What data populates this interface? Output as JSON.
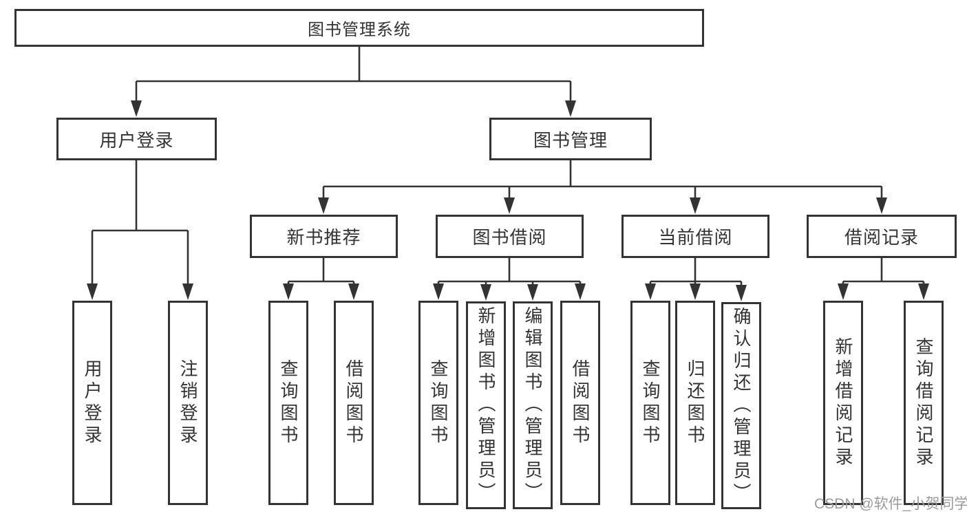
{
  "tree": {
    "label": "图书管理系统",
    "children": [
      {
        "label": "用户登录",
        "children": [
          {
            "label": "用户登录"
          },
          {
            "label": "注销登录"
          }
        ]
      },
      {
        "label": "图书管理",
        "children": [
          {
            "label": "新书推荐",
            "children": [
              {
                "label": "查询图书"
              },
              {
                "label": "借阅图书"
              }
            ]
          },
          {
            "label": "图书借阅",
            "children": [
              {
                "label": "查询图书"
              },
              {
                "label": "新增图书（管理员）"
              },
              {
                "label": "编辑图书（管理员）"
              },
              {
                "label": "借阅图书"
              }
            ]
          },
          {
            "label": "当前借阅",
            "children": [
              {
                "label": "查询图书"
              },
              {
                "label": "归还图书"
              },
              {
                "label": "确认归还（管理员）"
              }
            ]
          },
          {
            "label": "借阅记录",
            "children": [
              {
                "label": "新增借阅记录"
              },
              {
                "label": "查询借阅记录"
              }
            ]
          }
        ]
      }
    ]
  },
  "watermark": {
    "text": "CSDN @软件_小贺同学",
    "color": "#9b9b9b"
  },
  "colors": {
    "line": "#333333",
    "border": "#333333",
    "box_background": "#ffffff",
    "text": "#333333",
    "page_background": "#ffffff"
  }
}
